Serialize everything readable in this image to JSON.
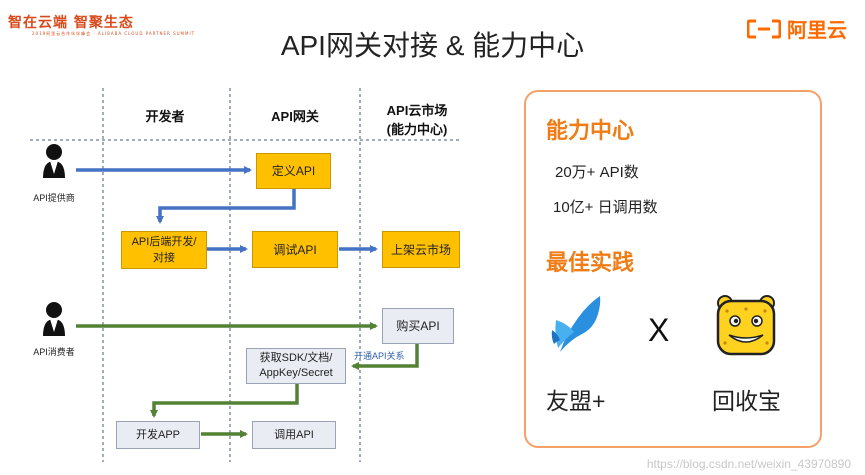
{
  "header": {
    "brand_left": "智在云端 智聚生态",
    "brand_left_sub": "2019阿里云合作伙伴峰会 · ALIBABA CLOUD PARTNER SUMMIT",
    "title": "API网关对接 & 能力中心",
    "logo_text": "阿里云"
  },
  "columns": {
    "developer": "开发者",
    "gateway": "API网关",
    "market_line1": "API云市场",
    "market_line2": "(能力中心)"
  },
  "actors": {
    "provider": "API提供商",
    "consumer": "API消费者"
  },
  "boxes": {
    "define_api": "定义API",
    "backend_dev_line1": "API后端开发/",
    "backend_dev_line2": "对接",
    "debug_api": "调试API",
    "publish_market": "上架云市场",
    "buy_api": "购买API",
    "get_sdk_line1": "获取SDK/文档/",
    "get_sdk_line2": "AppKey/Secret",
    "develop_app": "开发APP",
    "call_api": "调用API"
  },
  "edge_labels": {
    "open_relation": "开通API关系"
  },
  "panel": {
    "heading1": "能力中心",
    "stat1": "20万+  API数",
    "stat2": "10亿+ 日调用数",
    "heading2": "最佳实践",
    "times": "X",
    "partner1": "友盟+",
    "partner2": "回收宝"
  },
  "watermark": "https://blog.csdn.net/weixin_43970890",
  "colors": {
    "flow_blue": "#4472c4",
    "flow_green": "#548235",
    "box_orange": "#ffc000",
    "accent_orange": "#f07c15"
  },
  "icons": [
    "person-icon",
    "umeng-bird-icon",
    "huishoubao-leopard-icon",
    "aliyun-logo-icon"
  ]
}
